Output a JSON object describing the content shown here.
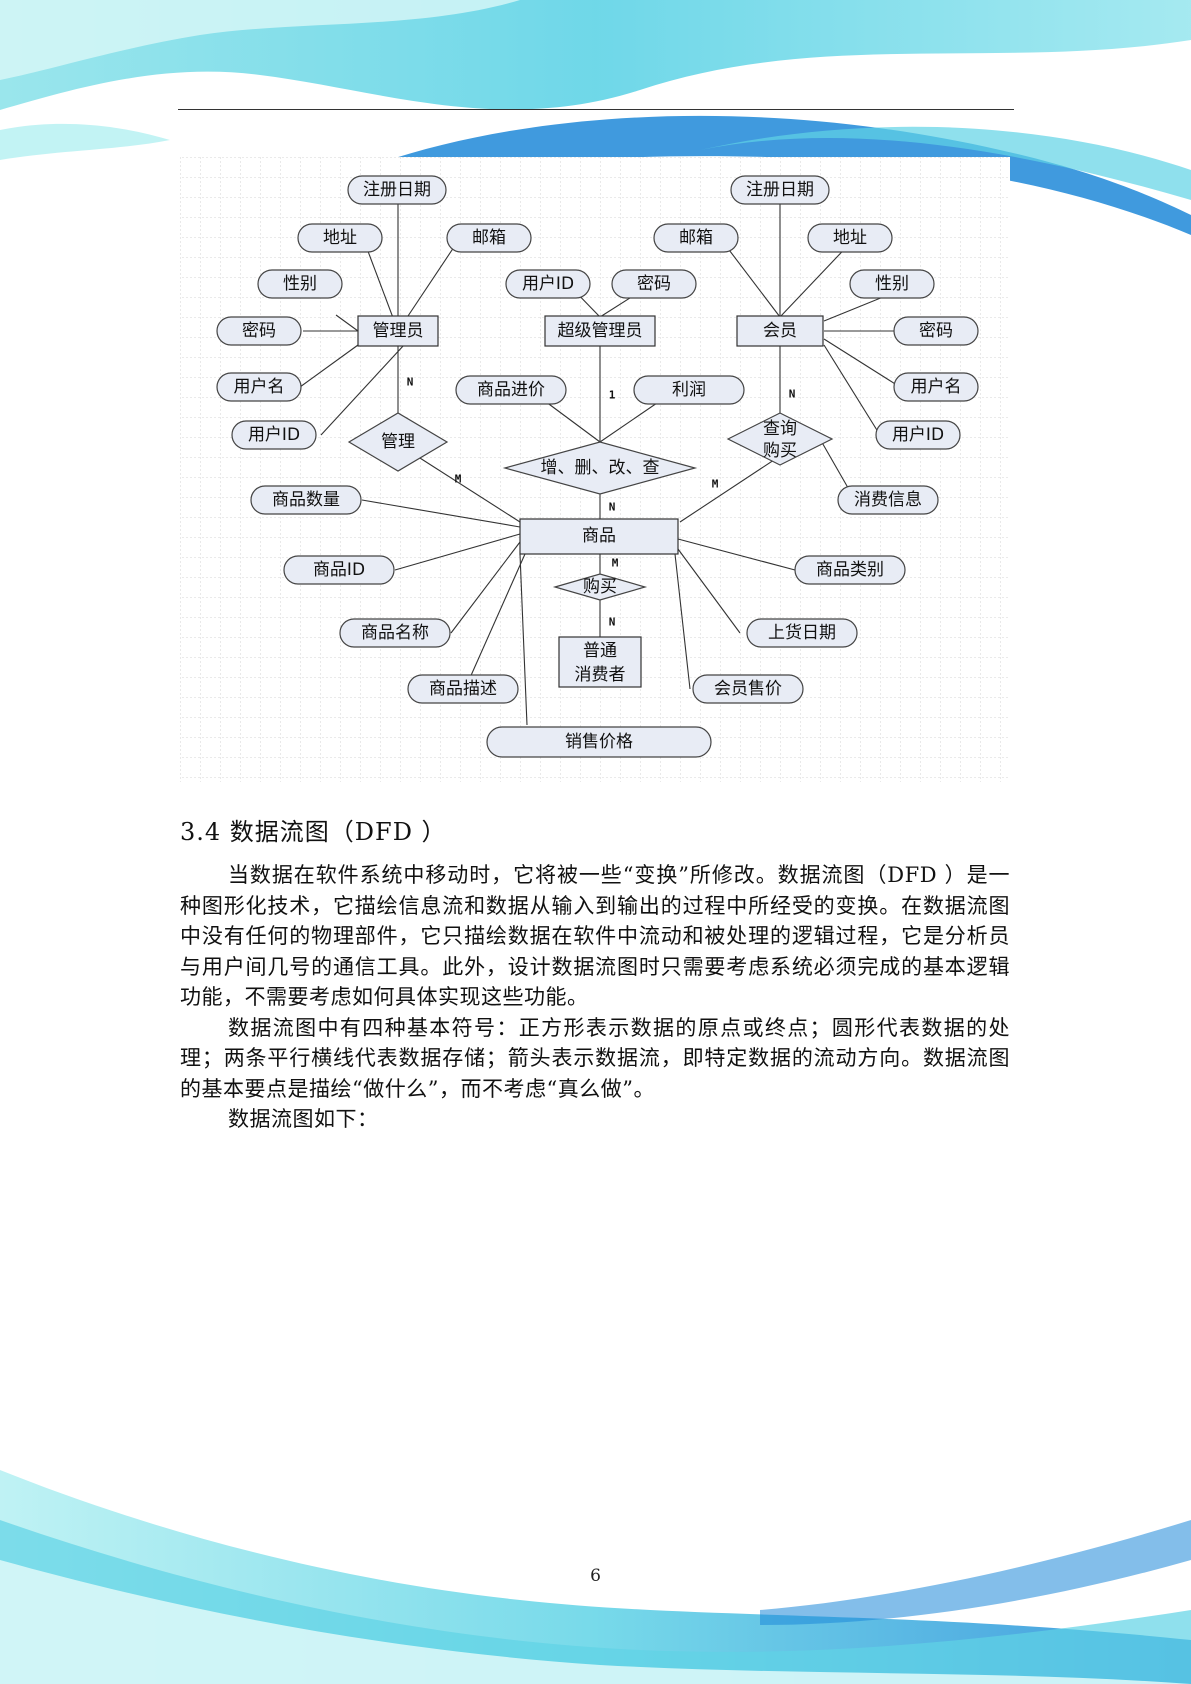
{
  "colors": {
    "wave_cyan": "#5fd3e6",
    "wave_blue": "#1e88d8",
    "node_fill": "#e8ecf5",
    "grid": "#c8c8c8"
  },
  "diagram": {
    "entities": {
      "admin": "管理员",
      "super_admin": "超级管理员",
      "member": "会员",
      "product": "商品",
      "consumer_line1": "普通",
      "consumer_line2": "消费者"
    },
    "relations": {
      "manage": "管理",
      "crud": "增、删、改、查",
      "query_line1": "查询",
      "query_line2": "购买",
      "buy": "购买"
    },
    "attributes": {
      "admin_reg_date": "注册日期",
      "admin_address": "地址",
      "admin_email": "邮箱",
      "admin_gender": "性别",
      "admin_password": "密码",
      "admin_username": "用户名",
      "admin_user_id": "用户ID",
      "super_user_id": "用户ID",
      "super_password": "密码",
      "member_reg_date": "注册日期",
      "member_email": "邮箱",
      "member_address": "地址",
      "member_gender": "性别",
      "member_password": "密码",
      "member_username": "用户名",
      "member_user_id": "用户ID",
      "member_consume_info": "消费信息",
      "purchase_price": "商品进价",
      "profit": "利润",
      "product_quantity": "商品数量",
      "product_id": "商品ID",
      "product_name": "商品名称",
      "product_desc": "商品描述",
      "sale_price": "销售价格",
      "member_price": "会员售价",
      "shelf_date": "上货日期",
      "product_category": "商品类别"
    },
    "cardinalities": {
      "admin_manage": "N",
      "manage_product": "M",
      "super_crud": "1",
      "crud_product": "N",
      "member_query": "N",
      "query_product": "M",
      "product_buy": "M",
      "buy_consumer": "N"
    }
  },
  "section": {
    "title": "3.4 数据流图（DFD ）"
  },
  "paragraphs": [
    "当数据在软件系统中移动时，它将被一些“变换”所修改。数据流图（DFD ）是一种图形化技术，它描绘信息流和数据从输入到输出的过程中所经受的变换。在数据流图中没有任何的物理部件，它只描绘数据在软件中流动和被处理的逻辑过程，它是分析员与用户间几号的通信工具。此外，设计数据流图时只需要考虑系统必须完成的基本逻辑功能，不需要考虑如何具体实现这些功能。",
    "数据流图中有四种基本符号：正方形表示数据的原点或终点；圆形代表数据的处理；两条平行横线代表数据存储；箭头表示数据流，即特定数据的流动方向。数据流图的基本要点是描绘“做什么”，而不考虑“真么做”。",
    "数据流图如下："
  ],
  "page_number": "6"
}
